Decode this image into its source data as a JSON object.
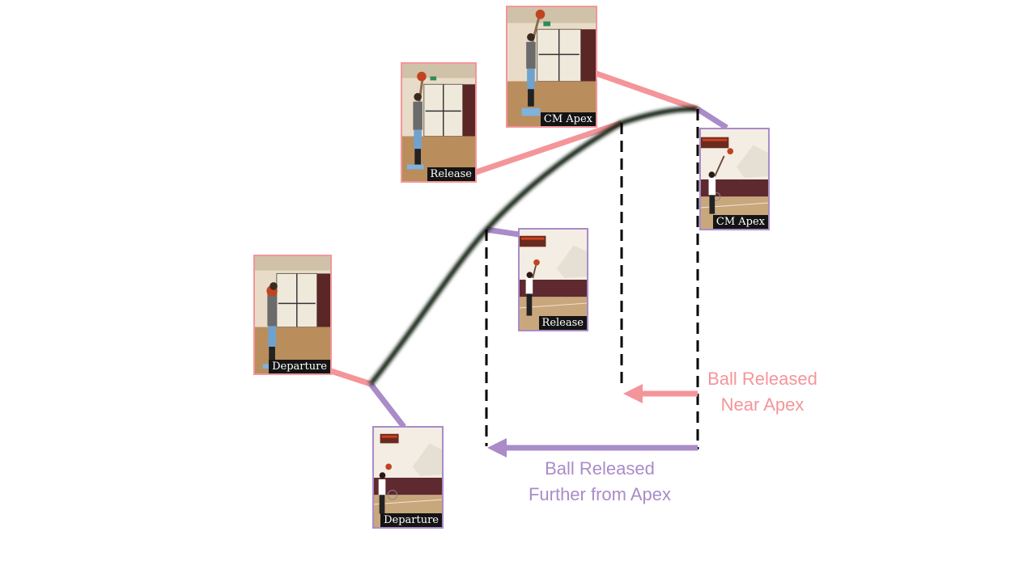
{
  "colors": {
    "near_apex": "#f4959a",
    "further_from_apex": "#a98cc8",
    "trajectory": "#0e1a0e",
    "marker": "#000000"
  },
  "frames": {
    "pink": {
      "departure": "Departure",
      "release": "Release",
      "cm_apex": "CM Apex"
    },
    "purple": {
      "departure": "Departure",
      "release": "Release",
      "cm_apex": "CM Apex"
    }
  },
  "captions": {
    "near_apex": [
      "Ball Released",
      "Near Apex"
    ],
    "further_from_apex": [
      "Ball Released",
      "Further from Apex"
    ]
  }
}
